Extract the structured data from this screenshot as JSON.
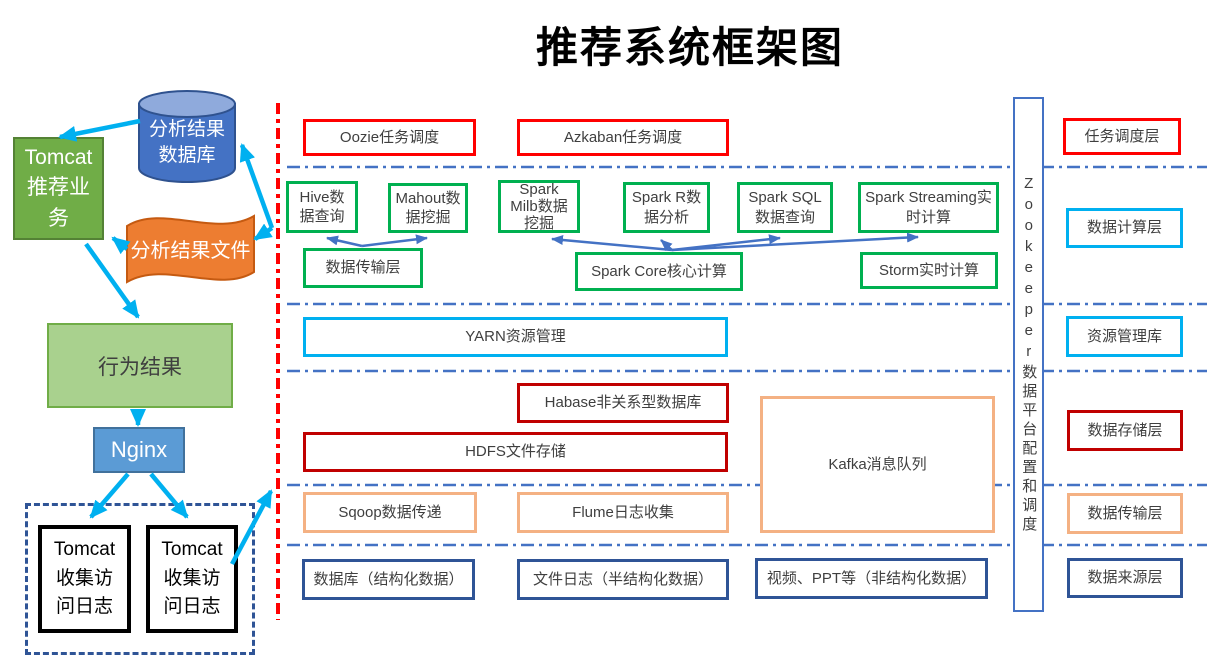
{
  "title": "推荐系统框架图",
  "left_flow": {
    "tomcat_business": "Tomcat推荐业务",
    "analysis_db": "分析结果数据库",
    "analysis_file": "分析结果文件",
    "behavior_result": "行为结果",
    "nginx": "Nginx",
    "tomcat_log_1": "Tomcat收集访问日志",
    "tomcat_log_2": "Tomcat收集访问日志"
  },
  "layers": {
    "scheduling": {
      "oozie": "Oozie任务调度",
      "azkaban": "Azkaban任务调度",
      "label": "任务调度层"
    },
    "computing": {
      "hive": "Hive数据查询",
      "mahout": "Mahout数据挖掘",
      "spark_mlib": "Spark Milb数据挖掘",
      "spark_r": "Spark R数据分析",
      "spark_sql": "Spark SQL数据查询",
      "spark_streaming": "Spark Streaming实时计算",
      "data_transfer": "数据传输层",
      "spark_core": "Spark Core核心计算",
      "storm": "Storm实时计算",
      "label": "数据计算层"
    },
    "resource": {
      "yarn": "YARN资源管理",
      "label": "资源管理库"
    },
    "storage": {
      "hbase": "Habase非关系型数据库",
      "hdfs": "HDFS文件存储",
      "kafka": "Kafka消息队列",
      "label": "数据存储层"
    },
    "transfer": {
      "sqoop": "Sqoop数据传递",
      "flume": "Flume日志收集",
      "label": "数据传输层"
    },
    "source": {
      "database": "数据库（结构化数据）",
      "file_log": "文件日志（半结构化数据）",
      "video_ppt": "视频、PPT等（非结构化数据）",
      "label": "数据来源层"
    }
  },
  "zookeeper": {
    "label": "Zookeeper数据平台配置和调度"
  },
  "colors": {
    "scheduling_red": "#FF0000",
    "computing_green": "#00B050",
    "resource_cyan": "#00B0F0",
    "storage_dark_red": "#C00000",
    "transfer_orange": "#F4B183",
    "source_navy": "#2F5496",
    "platform_blue": "#4472C4",
    "flow_arrow_cyan": "#00B0F0",
    "compute_arrow_blue": "#4472C4",
    "divider_red": "#FF0000"
  }
}
